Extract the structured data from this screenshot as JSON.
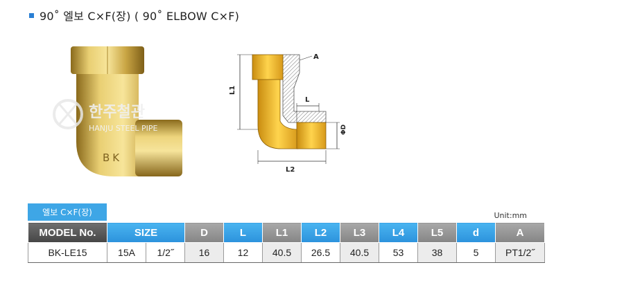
{
  "header": {
    "title": "90˚ 엘보 C×F(장) ( 90˚  ELBOW C×F)",
    "accent": "#2a7fd4"
  },
  "photo": {
    "watermark_korean": "한주철관",
    "watermark_english": "HANJU STEEL PIPE",
    "stamp": "BK"
  },
  "diagram": {
    "labels": {
      "a": "A",
      "l": "L",
      "l1": "L1",
      "l2": "L2",
      "d": "ΦD"
    }
  },
  "table": {
    "tab_label": "엘보 C×F(장)",
    "unit": "Unit:mm",
    "headers": {
      "model": "MODEL No.",
      "size": "SIZE",
      "D": "D",
      "L": "L",
      "L1": "L1",
      "L2": "L2",
      "L3": "L3",
      "L4": "L4",
      "L5": "L5",
      "d": "d",
      "A": "A"
    },
    "row": {
      "model": "BK-LE15",
      "size_a": "15A",
      "size_b": "1/2˝",
      "D": "16",
      "L": "12",
      "L1": "40.5",
      "L2": "26.5",
      "L3": "40.5",
      "L4": "53",
      "L5": "38",
      "d": "5",
      "A": "PT1/2˝"
    },
    "colors": {
      "header_blue": "#3ea6e6",
      "header_gray": "#8c8c8c",
      "header_dark": "#4d4d4d"
    }
  }
}
